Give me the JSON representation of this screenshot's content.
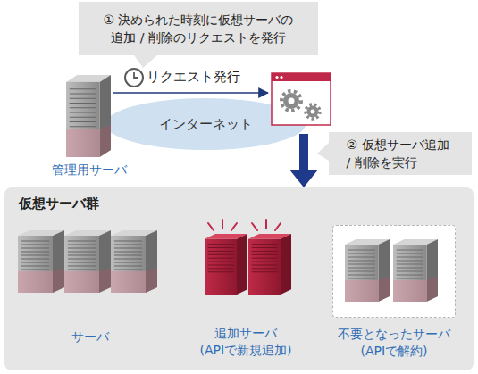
{
  "diagram": {
    "nodes": [
      {
        "text": [
          "① 決められた時刻に仮想サーバの 追加 / 削除のリクエストを発行"
        ]
      },
      {
        "text": [
          "管理用サーバ"
        ]
      },
      {
        "text": [
          "インターネット"
        ]
      },
      {
        "text": [
          "② 仮想サーバ追加 / 削除を実行"
        ]
      },
      {
        "text": [
          "仮想サーバ群"
        ]
      },
      {
        "text": [
          "サーバ"
        ],
        "in": 4
      },
      {
        "text": [
          "追加サーバ (APIで新規追加)"
        ],
        "in": 4
      },
      {
        "text": [
          "不要となったサーバ (APIで解約)"
        ],
        "in": 4
      }
    ],
    "labels": [
      "リクエスト発行"
    ]
  }
}
